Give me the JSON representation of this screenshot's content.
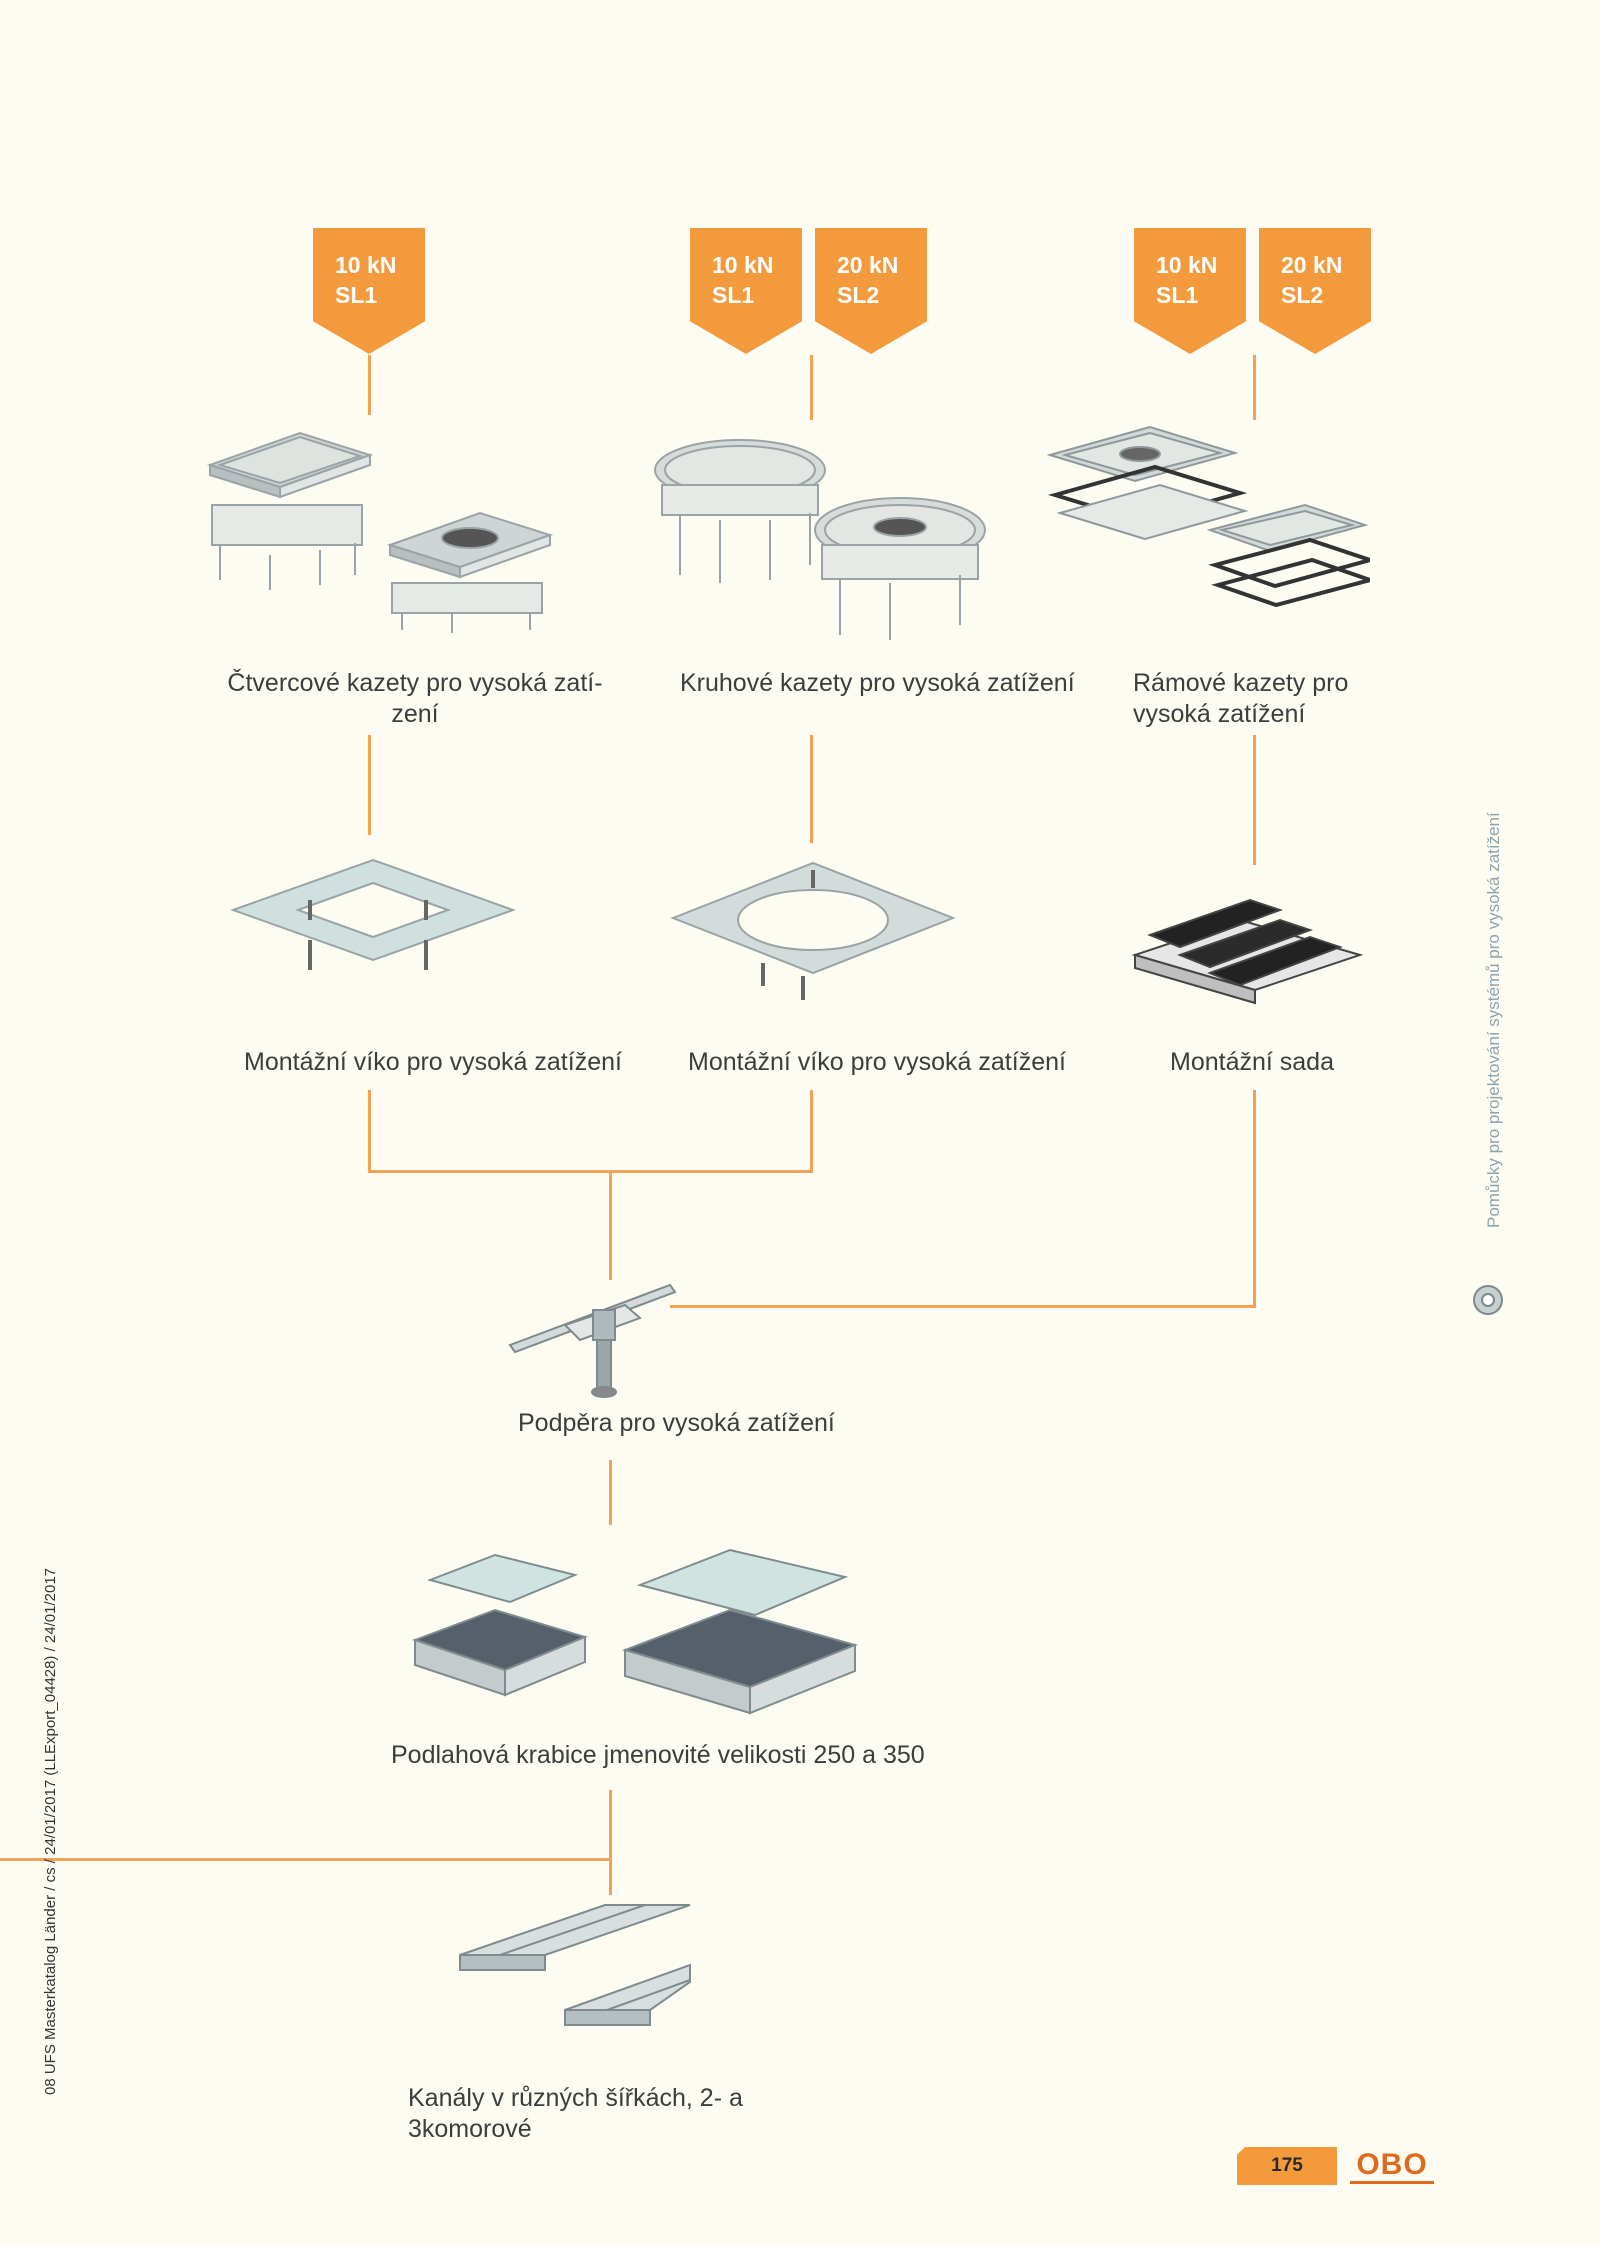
{
  "badges": [
    {
      "kn": "10 kN",
      "sl": "SL1"
    },
    {
      "kn": "10 kN",
      "sl": "SL1"
    },
    {
      "kn": "20 kN",
      "sl": "SL2"
    },
    {
      "kn": "10 kN",
      "sl": "SL1"
    },
    {
      "kn": "20 kN",
      "sl": "SL2"
    }
  ],
  "products": {
    "square_cassettes": "Čtvercové kazety pro vysoká zatí-\nzení",
    "round_cassettes": "Kruhové kazety pro vysoká zatížení",
    "frame_cassettes": "Rámové kazety pro\nvysoká zatížení",
    "mounting_lid_1": "Montážní víko pro vysoká zatížení",
    "mounting_lid_2": "Montážní víko pro vysoká zatížení",
    "mounting_set": "Montážní sada",
    "support": "Podpěra pro vysoká zatížení",
    "floor_box": "Podlahová krabice jmenovité velikosti 250 a 350",
    "channels": "Kanály v různých šířkách, 2- a\n3komorové"
  },
  "side_label": "Pomůcky pro projektování systémů pro vysoká zatížení",
  "left_margin_text": "08 UFS Masterkatalog Länder / cs / 24/01/2017 (LLExport_04428) / 24/01/2017",
  "page_number": "175",
  "logo": "OBO",
  "colors": {
    "accent": "#f39a3d",
    "line": "#f3a155",
    "side_text": "#8fa3ab"
  }
}
